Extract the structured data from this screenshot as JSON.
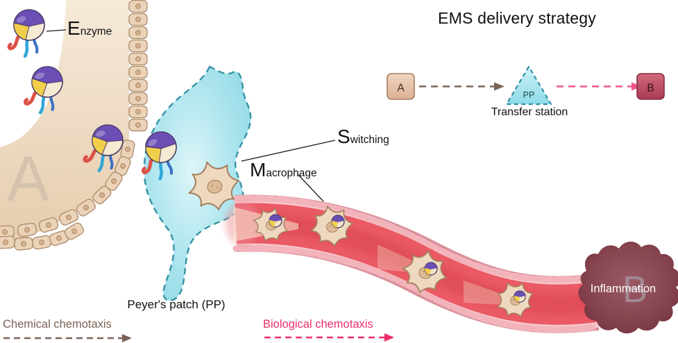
{
  "title": "EMS delivery strategy",
  "schematic": {
    "source_label": "A",
    "station_label": "PP",
    "station_caption": "Transfer station",
    "target_label": "B"
  },
  "labels": {
    "enzyme": {
      "initial": "E",
      "rest": "nzyme"
    },
    "switching": {
      "initial": "S",
      "rest": "witching"
    },
    "macrophage": {
      "initial": "M",
      "rest": "acrophage"
    },
    "peyers_patch": "Peyer's patch (PP)",
    "inflammation": "Inflammation"
  },
  "watermarks": {
    "epithelium_region": "A",
    "inflammation_region": "B"
  },
  "legend": {
    "chemical": "Chemical chemotaxis",
    "biological": "Biological chemotaxis"
  },
  "colors": {
    "chemical_arrow": "#7a6355",
    "biological_arrow": "#ee2d68",
    "pp_fill": "#a9e3ed",
    "pp_border": "#2f8fa3",
    "vessel_lumen": "#ea5964",
    "vessel_wall": "#f6c6ca",
    "inflammation_fill": "#86454f",
    "epithelium_fill": "#eed9c0",
    "enzyme_purple": "#6b4fb5",
    "enzyme_yellow": "#f2cf4a",
    "schematic_a_fill": "#e7c2a8",
    "schematic_b_fill": "#c4586c"
  }
}
